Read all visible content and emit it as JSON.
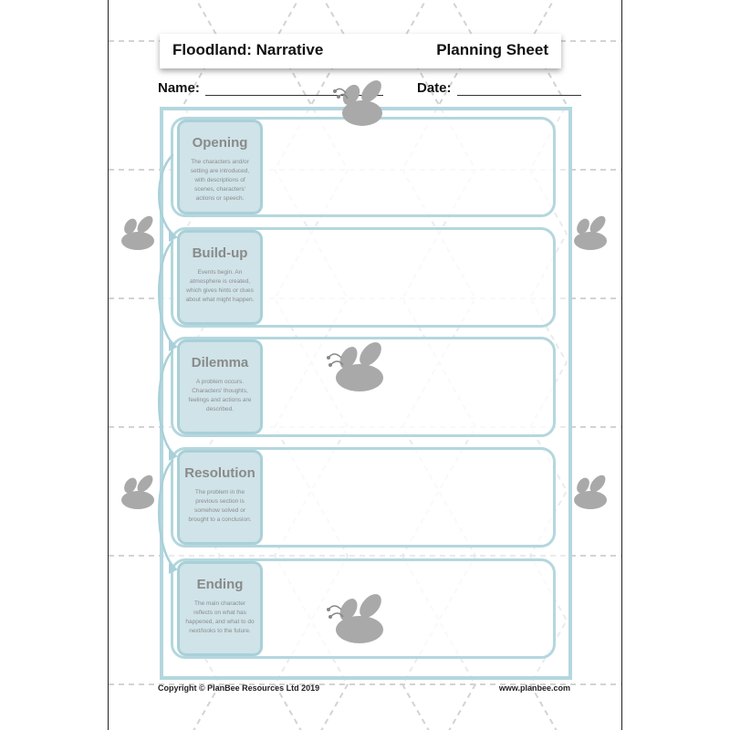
{
  "header": {
    "title": "Floodland: Narrative",
    "sheet_type": "Planning Sheet"
  },
  "fields": {
    "name_label": "Name:",
    "date_label": "Date:"
  },
  "sections": [
    {
      "title": "Opening",
      "description": "The characters and/or setting are introduced, with descriptions of scenes, characters' actions or speech."
    },
    {
      "title": "Build-up",
      "description": "Events begin. An atmosphere is created, which gives hints or clues about what might happen."
    },
    {
      "title": "Dilemma",
      "description": "A problem occurs. Characters' thoughts, feelings and actions are described."
    },
    {
      "title": "Resolution",
      "description": "The problem in the previous section is somehow solved or brought to a conclusion."
    },
    {
      "title": "Ending",
      "description": "The main character reflects on what has happened, and what to do next/looks to the future."
    }
  ],
  "footer": {
    "copyright": "Copyright © PlanBee Resources Ltd 2019",
    "website": "www.planbee.com"
  },
  "colors": {
    "frame": "#b4d7de",
    "label_fill": "#cfe3e8",
    "label_text": "#8a8a8a",
    "bee": "#a9a9a9"
  },
  "icons": {
    "decoration": "bee-icon",
    "flow": "curved-arrow-icon"
  }
}
